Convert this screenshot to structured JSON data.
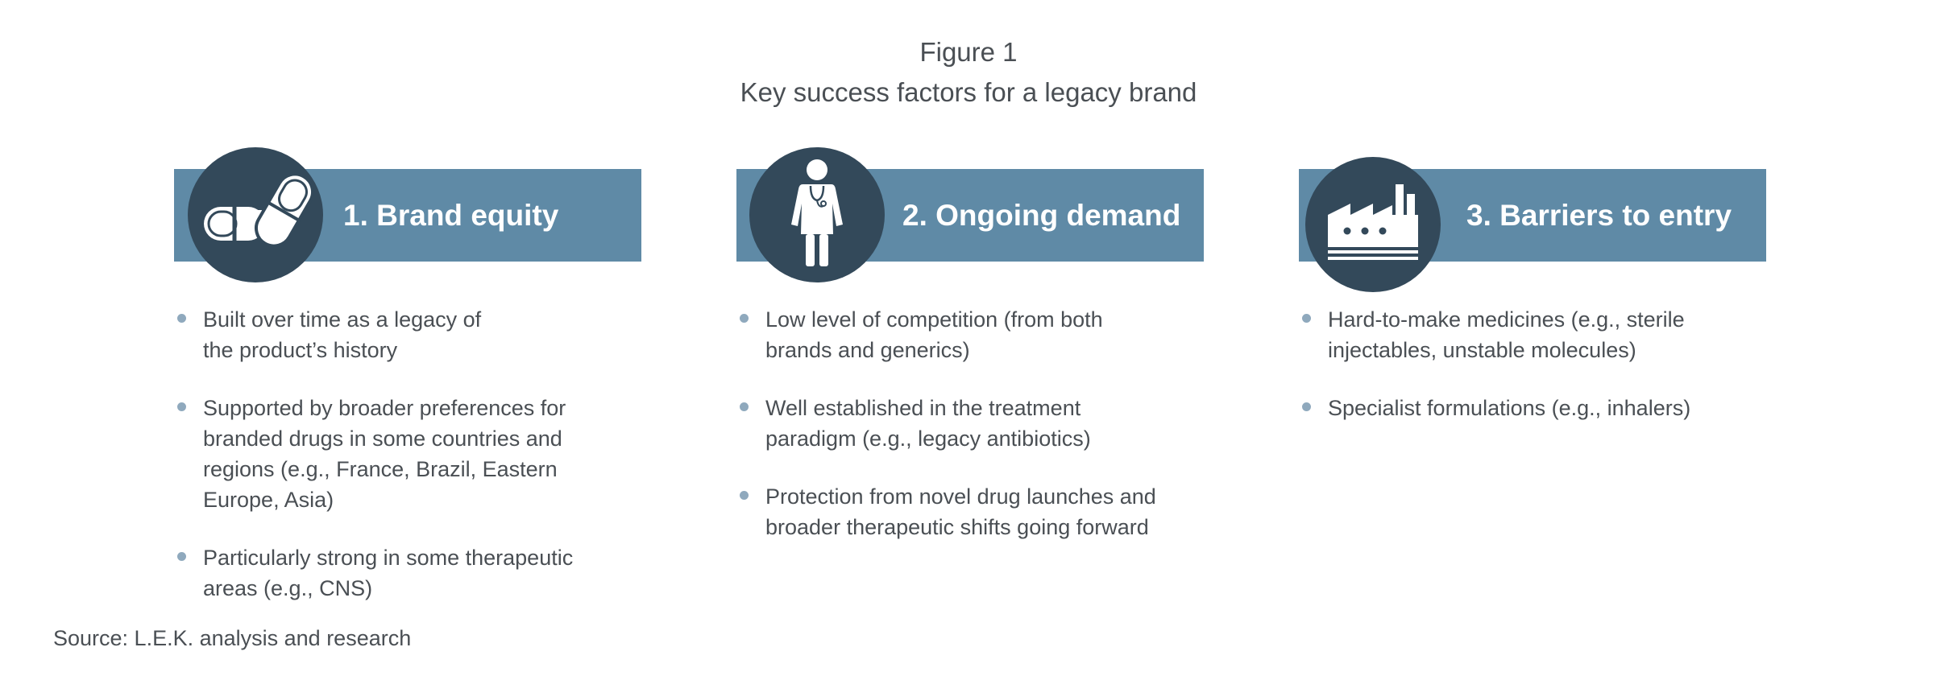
{
  "figure": {
    "label": "Figure 1",
    "title": "Key success factors for a legacy brand"
  },
  "factors": [
    {
      "title": "1. Brand equity",
      "icon": "pill-capsules-icon",
      "bullets": [
        "Built over time as a legacy of the product’s history",
        "Supported by broader preferences for branded drugs in some countries and regions (e.g., France, Brazil, Eastern Europe, Asia)",
        "Particularly strong in some therapeutic areas (e.g., CNS)"
      ]
    },
    {
      "title": "2. Ongoing demand",
      "icon": "doctor-figure-icon",
      "bullets": [
        "Low level of competition (from both brands and generics)",
        "Well established in the treatment paradigm (e.g., legacy antibiotics)",
        "Protection from novel drug launches and broader therapeutic shifts going forward"
      ]
    },
    {
      "title": "3. Barriers to entry",
      "icon": "factory-icon",
      "bullets": [
        "Hard-to-make medicines (e.g., sterile injectables, unstable molecules)",
        "Specialist formulations (e.g., inhalers)"
      ]
    }
  ],
  "source": "Source: L.E.K. analysis and research",
  "colors": {
    "banner": "#5f8aa6",
    "circle": "#33495a",
    "bullet": "#8fa9bd",
    "text": "#4a4f54"
  }
}
